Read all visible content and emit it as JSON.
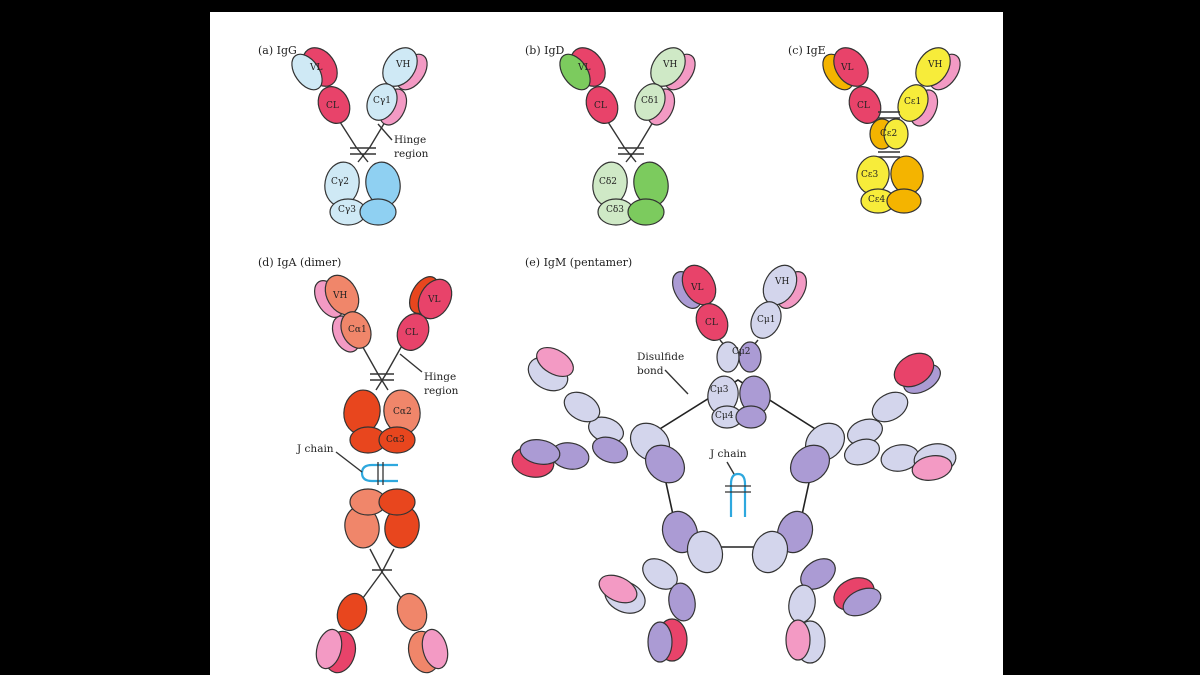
{
  "colors": {
    "background": "#000000",
    "panel": "#ffffff",
    "light_chain_dark": "#e8436a",
    "light_chain_light": "#f39ac4",
    "igg_heavy_light": "#cfe9f5",
    "igg_heavy_dark": "#8fd0f2",
    "igd_heavy_light": "#cfe9c6",
    "igd_heavy_dark": "#7ccb5e",
    "ige_heavy_light": "#f7ec3a",
    "ige_heavy_dark": "#f4b400",
    "iga_heavy_light": "#f0866a",
    "iga_heavy_dark": "#e8461e",
    "igm_heavy_light": "#d3d5ec",
    "igm_heavy_dark": "#ab9bd4",
    "j_chain": "#2ea8de"
  },
  "panels": {
    "igg": {
      "title": "(a) IgG",
      "domains": {
        "vl": "VL",
        "vh": "VH",
        "cl": "CL",
        "ch1": "Cγ1",
        "ch2": "Cγ2",
        "ch3": "Cγ3"
      },
      "hinge_line1": "Hinge",
      "hinge_line2": "region"
    },
    "igd": {
      "title": "(b) IgD",
      "domains": {
        "vl": "VL",
        "vh": "VH",
        "cl": "CL",
        "ch1": "Cδ1",
        "ch2": "Cδ2",
        "ch3": "Cδ3"
      }
    },
    "ige": {
      "title": "(c) IgE",
      "domains": {
        "vl": "VL",
        "vh": "VH",
        "cl": "CL",
        "ch1": "Cε1",
        "ch2": "Cε2",
        "ch3": "Cε3",
        "ch4": "Cε4"
      }
    },
    "iga": {
      "title": "(d) IgA (dimer)",
      "domains": {
        "vh": "VH",
        "vl": "VL",
        "ch1": "Cα1",
        "cl": "CL",
        "ch2": "Cα2",
        "ch3": "Cα3"
      },
      "hinge_line1": "Hinge",
      "hinge_line2": "region",
      "j_chain": "J chain"
    },
    "igm": {
      "title": "(e) IgM (pentamer)",
      "domains": {
        "vl": "VL",
        "vh": "VH",
        "cl": "CL",
        "ch1": "Cμ1",
        "ch2": "Cμ2",
        "ch3": "Cμ3",
        "ch4": "Cμ4"
      },
      "disulfide_line1": "Disulfide",
      "disulfide_line2": "bond",
      "j_chain": "J chain"
    }
  }
}
